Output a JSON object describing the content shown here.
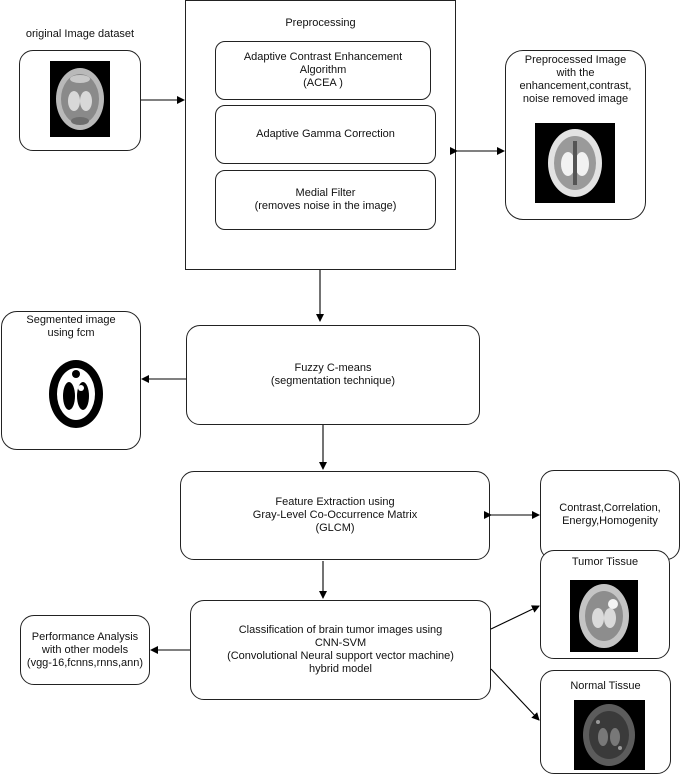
{
  "original": {
    "label": "original Image dataset",
    "image": "mri-brain-original"
  },
  "preprocessing": {
    "title": "Preprocessing",
    "acea": "Adaptive Contrast Enhancement\nAlgorithm\n(ACEA )",
    "gamma": "Adaptive Gamma Correction",
    "median": "Medial Filter\n(removes noise in the image)"
  },
  "preprocessed": {
    "label": "Preprocessed Image\nwith the\nenhancement,contrast,\nnoise removed image",
    "image": "mri-brain-enhanced"
  },
  "segmented": {
    "label": "Segmented image\nusing fcm",
    "image": "mri-brain-segmented"
  },
  "fcm": {
    "label": "Fuzzy C-means\n(segmentation technique)"
  },
  "features": {
    "label": "Feature Extraction  using\nGray-Level Co-Occurrence Matrix\n(GLCM)"
  },
  "glcm_features": {
    "label": "Contrast,Correlation,\nEnergy,Homogenity"
  },
  "classification": {
    "label": "Classification of  brain tumor images using\nCNN-SVM\n(Convolutional Neural support vector machine)\nhybrid model"
  },
  "performance": {
    "label": "Performance Analysis\nwith other models\n(vgg-16,fcnns,rnns,ann)"
  },
  "tumor": {
    "label": "Tumor Tissue",
    "image": "mri-brain-tumor"
  },
  "normal": {
    "label": "Normal Tissue",
    "image": "mri-brain-normal"
  }
}
